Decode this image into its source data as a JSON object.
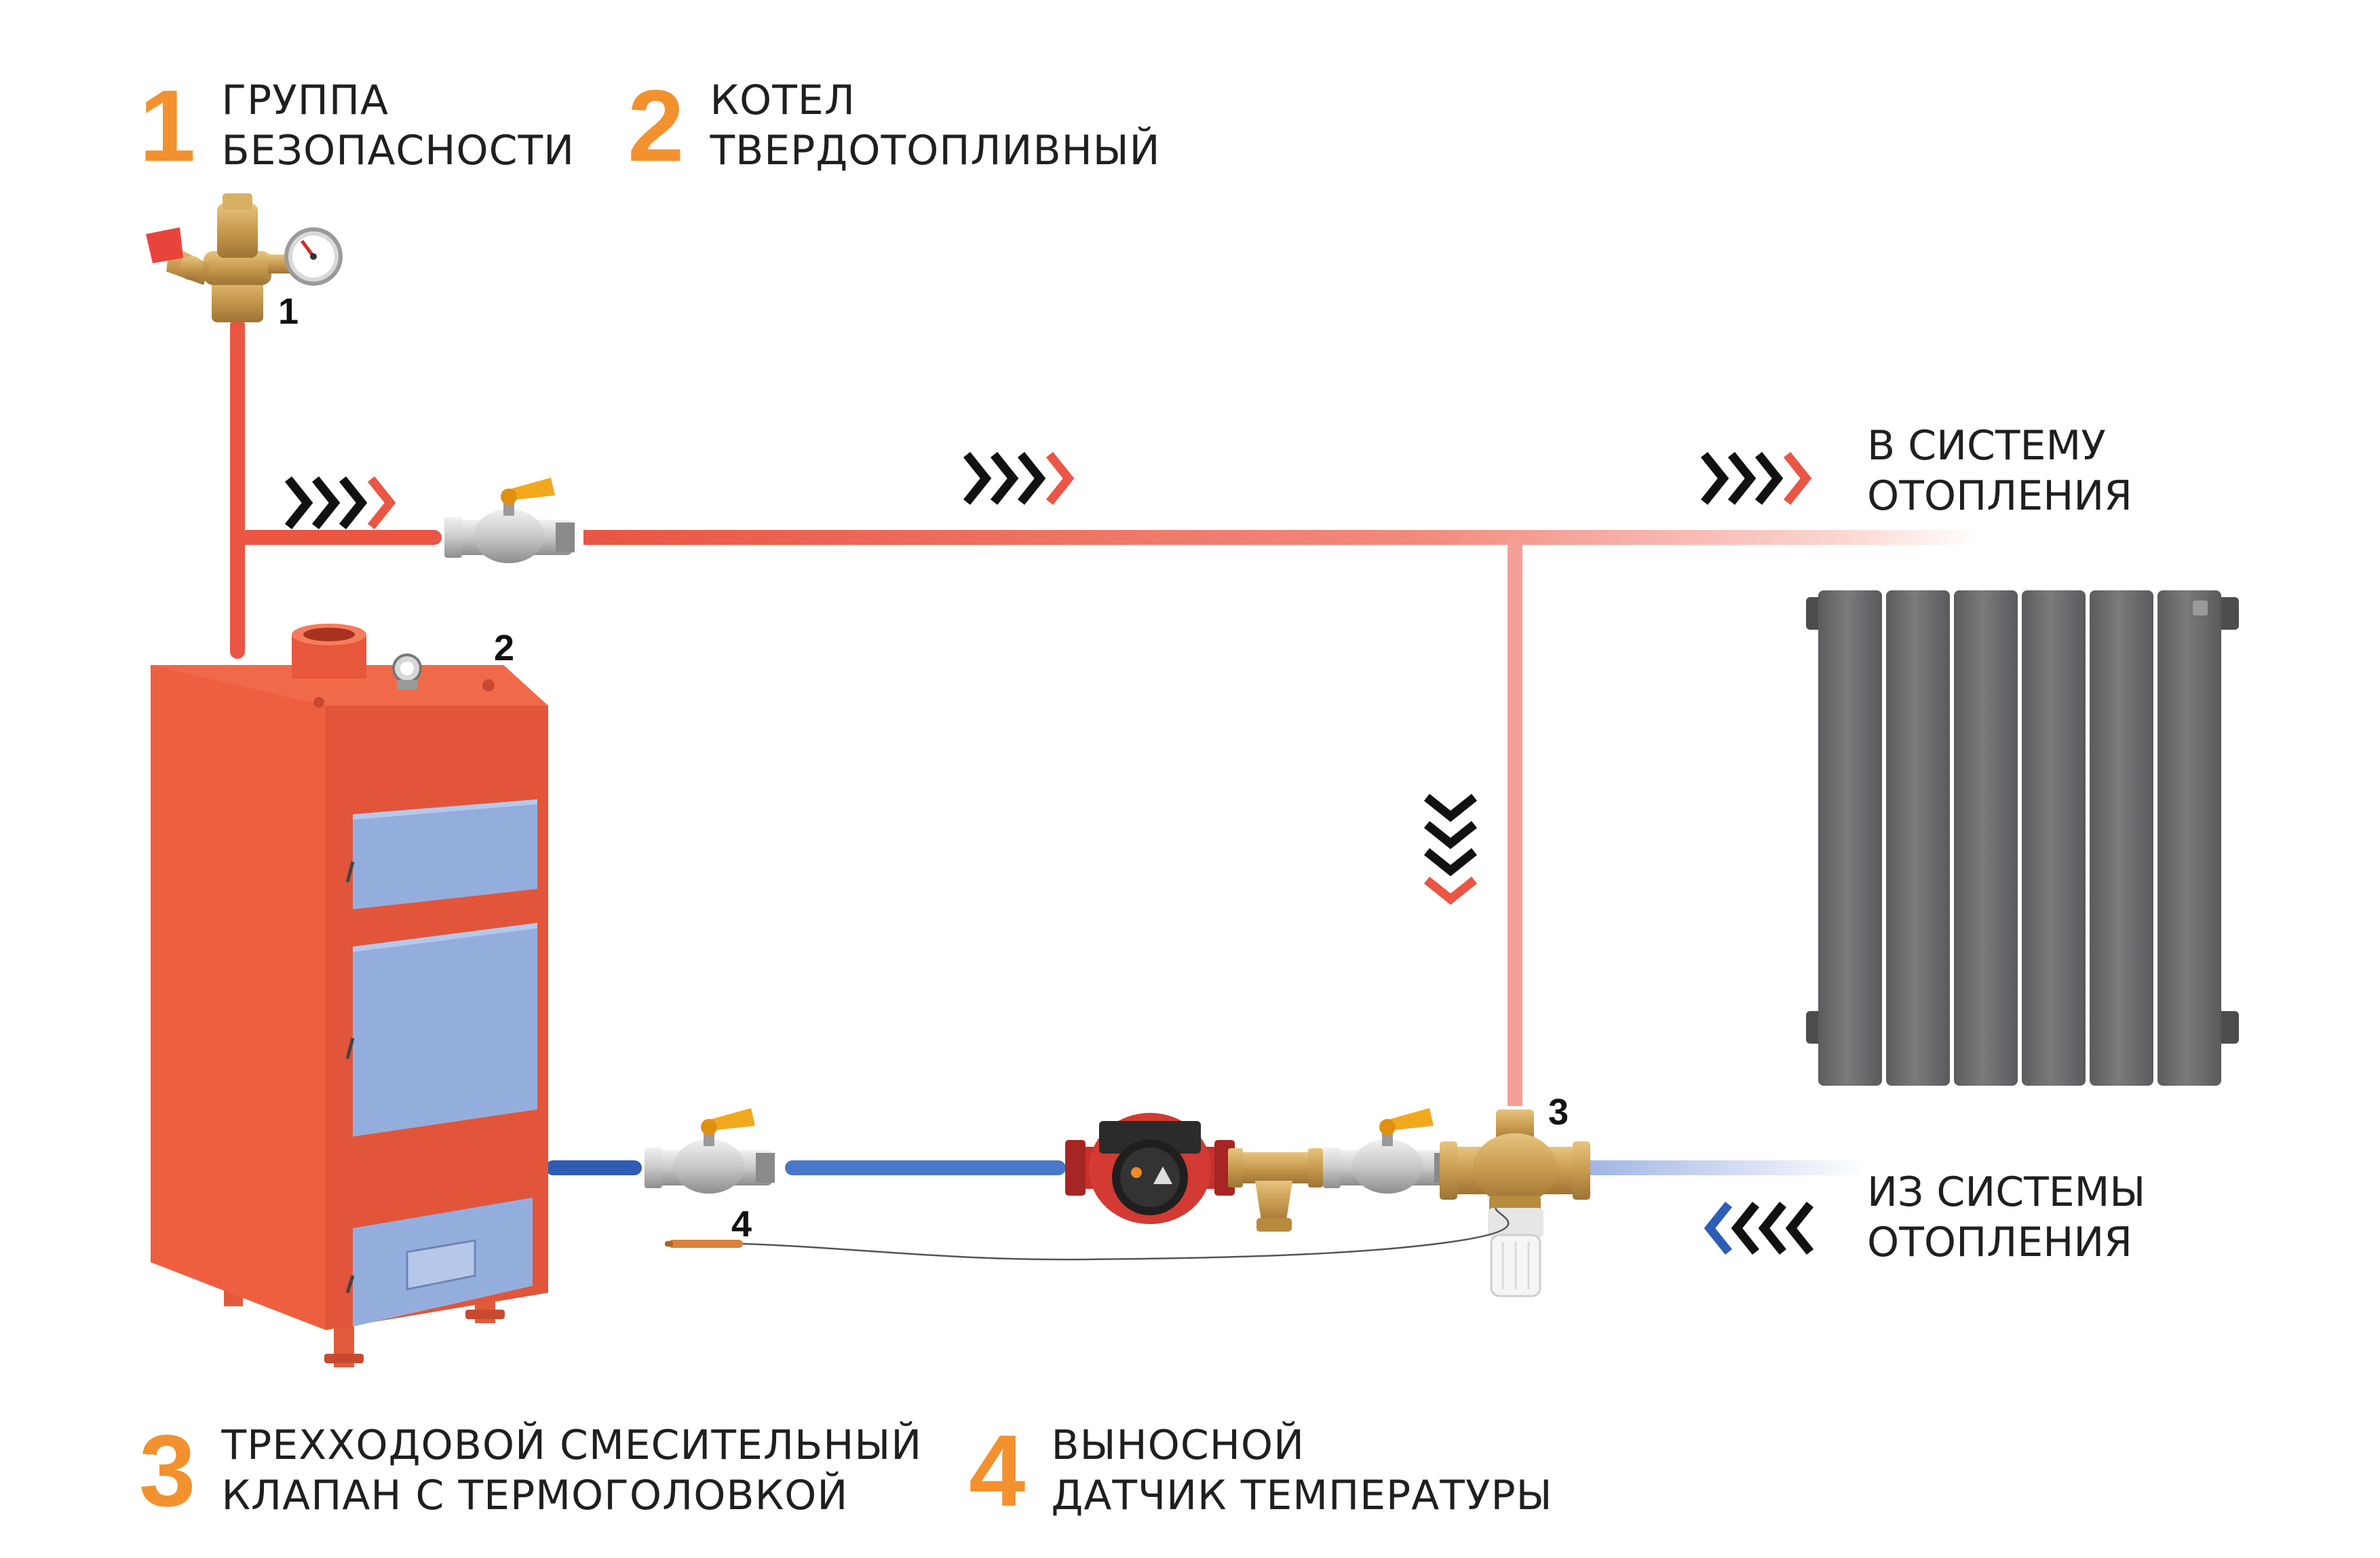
{
  "colors": {
    "accent_orange": "#f3912f",
    "supply_red": "#ea5544",
    "supply_red_light": "#f4a097",
    "return_blue": "#2e5db5",
    "return_blue_light": "#c3d2ee",
    "boiler_body": "#e95a3a",
    "boiler_door": "#93aedd",
    "radiator": "#6f6f72",
    "brass": "#c99a4f"
  },
  "legend": [
    {
      "number": "1",
      "line1": "ГРУППА",
      "line2": "БЕЗОПАСНОСТИ"
    },
    {
      "number": "2",
      "line1": "КОТЕЛ",
      "line2": "ТВЕРДОТОПЛИВНЫЙ"
    },
    {
      "number": "3",
      "line1": "ТРЕХХОДОВОЙ СМЕСИТЕЛЬНЫЙ",
      "line2": "КЛАПАН С ТЕРМОГОЛОВКОЙ"
    },
    {
      "number": "4",
      "line1": "ВЫНОСНОЙ",
      "line2": "ДАТЧИК ТЕМПЕРАТУРЫ"
    }
  ],
  "flow_labels": {
    "to_system": {
      "line1": "В СИСТЕМУ",
      "line2": "ОТОПЛЕНИЯ"
    },
    "from_system": {
      "line1": "ИЗ СИСТЕМЫ",
      "line2": "ОТОПЛЕНИЯ"
    }
  },
  "callouts": [
    "1",
    "2",
    "3",
    "4"
  ],
  "components": {
    "safety_group": "safety-group",
    "boiler": "solid-fuel-boiler",
    "valve": "three-way-mixing-valve",
    "sensor": "remote-temperature-sensor",
    "pump": "circulation-pump",
    "filter": "y-strainer",
    "radiator": "radiator",
    "ball_valve": "ball-valve"
  },
  "icons": [
    "chevron-right-icon",
    "chevron-down-icon",
    "chevron-left-icon"
  ]
}
